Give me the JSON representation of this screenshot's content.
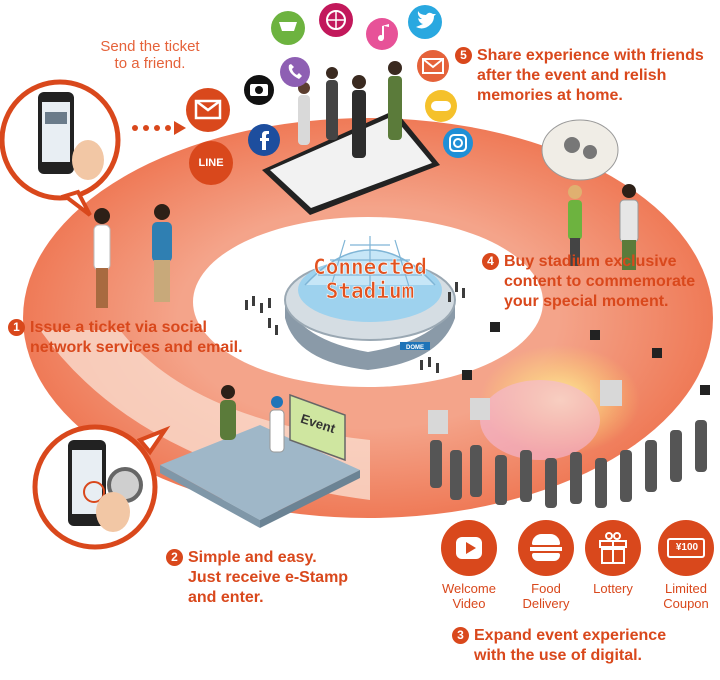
{
  "stadium": {
    "title_line1": "Connected",
    "title_line2": "Stadium",
    "dome_label": "DOME"
  },
  "send_note": {
    "line1": "Send the ticket",
    "line2": "to a friend."
  },
  "share_icons": {
    "line_label": "LINE",
    "event_sign": "Event"
  },
  "steps": [
    {
      "num": "1",
      "lines": [
        "Issue a ticket via social",
        "network services and email."
      ]
    },
    {
      "num": "2",
      "lines": [
        "Simple and easy.",
        "Just receive e-Stamp",
        "and enter."
      ]
    },
    {
      "num": "3",
      "lines": [
        "Expand event experience",
        "with the use of digital."
      ]
    },
    {
      "num": "4",
      "lines": [
        "Buy stadium exclusive",
        "content to commemorate",
        "your special moment."
      ]
    },
    {
      "num": "5",
      "lines": [
        "Share experience with friends",
        "after the event and relish",
        "memories at home."
      ]
    }
  ],
  "services": [
    {
      "icon": "play-icon",
      "label_line1": "Welcome",
      "label_line2": "Video"
    },
    {
      "icon": "burger-icon",
      "label_line1": "Food",
      "label_line2": "Delivery"
    },
    {
      "icon": "gift-icon",
      "label_line1": "Lottery",
      "label_line2": ""
    },
    {
      "icon": "ticket-icon",
      "label_line1": "Limited",
      "label_line2": "Coupon",
      "coupon_text": "¥100"
    }
  ],
  "colors": {
    "accent": "#d9481c",
    "ring": "#f07a55",
    "ring_light": "#f8c9b5",
    "green": "#6db33f",
    "magenta": "#c2185b",
    "pink": "#e75298",
    "sky": "#29a8e0",
    "yellow": "#f5c12b",
    "purple": "#8e5fb3",
    "instagram": "#1f8fd6"
  }
}
